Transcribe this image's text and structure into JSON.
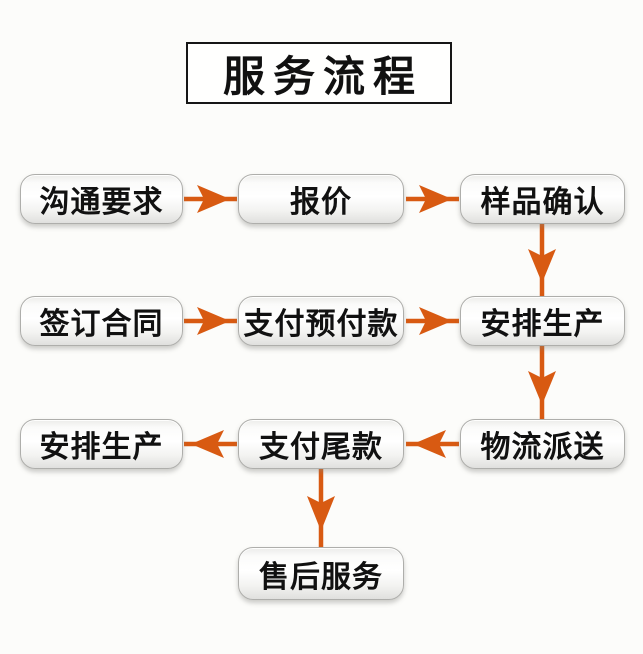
{
  "title": {
    "text": "服务流程"
  },
  "colors": {
    "arrow": "#d85a12",
    "background": "#fcfcfa",
    "box_border": "#aeaeab",
    "title_border": "#161616",
    "text": "#111111"
  },
  "flow": {
    "nodes": [
      {
        "id": "r1c1",
        "label": "沟通要求"
      },
      {
        "id": "r1c2",
        "label": "报价"
      },
      {
        "id": "r1c3",
        "label": "样品确认"
      },
      {
        "id": "r2c1",
        "label": "签订合同"
      },
      {
        "id": "r2c2",
        "label": "支付预付款"
      },
      {
        "id": "r2c3",
        "label": "安排生产"
      },
      {
        "id": "r3c1",
        "label": "安排生产"
      },
      {
        "id": "r3c2",
        "label": "支付尾款"
      },
      {
        "id": "r3c3",
        "label": "物流派送"
      },
      {
        "id": "r4c2",
        "label": "售后服务"
      }
    ],
    "edges": [
      {
        "from": "r1c1",
        "to": "r1c2",
        "direction": "right"
      },
      {
        "from": "r1c2",
        "to": "r1c3",
        "direction": "right"
      },
      {
        "from": "r1c3",
        "to": "r2c3",
        "direction": "down"
      },
      {
        "from": "r2c1",
        "to": "r2c2",
        "direction": "right"
      },
      {
        "from": "r2c2",
        "to": "r2c3",
        "direction": "right"
      },
      {
        "from": "r2c3",
        "to": "r3c3",
        "direction": "down"
      },
      {
        "from": "r3c3",
        "to": "r3c2",
        "direction": "left"
      },
      {
        "from": "r3c2",
        "to": "r3c1",
        "direction": "left"
      },
      {
        "from": "r3c2",
        "to": "r4c2",
        "direction": "down"
      }
    ]
  }
}
